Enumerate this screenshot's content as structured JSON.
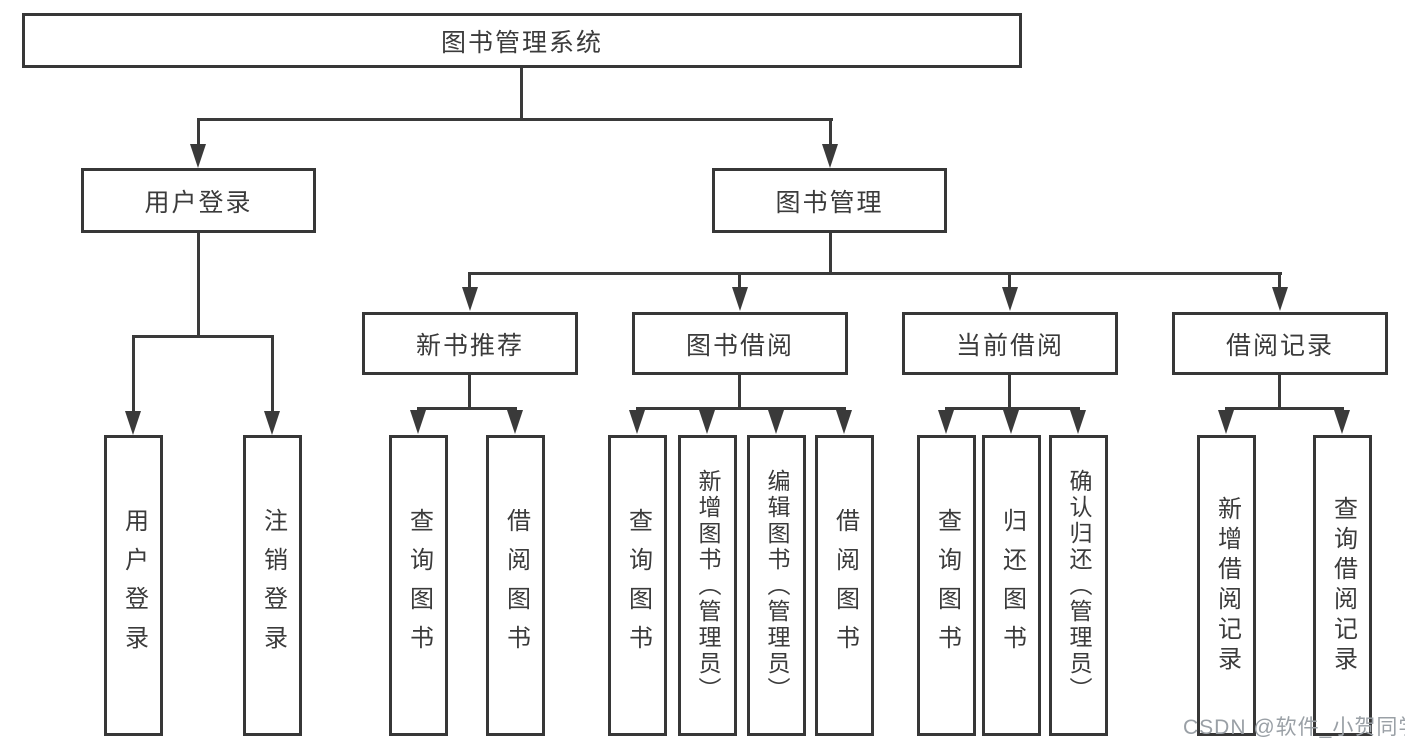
{
  "diagram": {
    "root": {
      "label": "图书管理系统"
    },
    "level2": [
      {
        "label": "用户登录"
      },
      {
        "label": "图书管理"
      }
    ],
    "level3": [
      {
        "label": "新书推荐"
      },
      {
        "label": "图书借阅"
      },
      {
        "label": "当前借阅"
      },
      {
        "label": "借阅记录"
      }
    ],
    "leaves": {
      "user_login": [
        "用户登录",
        "注销登录"
      ],
      "new_books": [
        "查询图书",
        "借阅图书"
      ],
      "book_borrow": [
        "查询图书",
        "新增图书（管理员）",
        "编辑图书（管理员）",
        "借阅图书"
      ],
      "current_borrow": [
        "查询图书",
        "归还图书",
        "确认归还（管理员）"
      ],
      "borrow_records": [
        "新增借阅记录",
        "查询借阅记录"
      ]
    }
  },
  "watermark": {
    "text": "CSDN @软件_小贺同学"
  },
  "colors": {
    "line": "#3a3a3a",
    "text": "#3b3b3b",
    "watermark": "#9aa0a6",
    "background": "#ffffff"
  }
}
